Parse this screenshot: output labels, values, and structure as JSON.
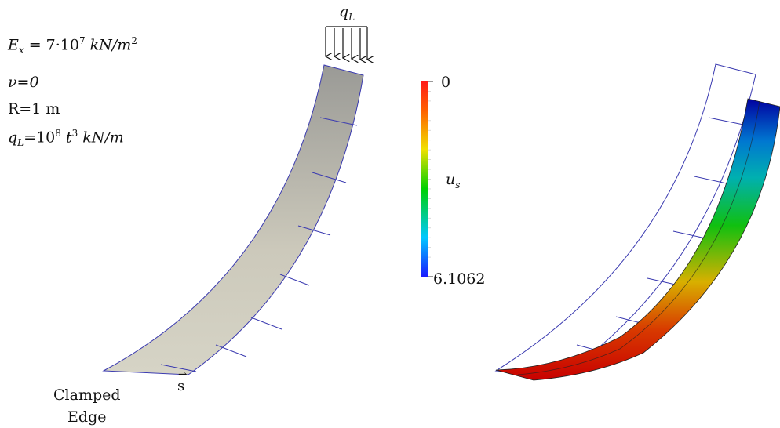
{
  "parameters": {
    "ex_lhs": "E",
    "ex_sub": "x",
    "ex_eq": " = 7·10",
    "ex_exp": "7",
    "ex_unit": " kN/m",
    "ex_unit_exp": "2",
    "nu": "ν=0",
    "radius": "R=1 m",
    "ql_lhs": "q",
    "ql_sub": "L",
    "ql_eq": "=10",
    "ql_exp": "8",
    "ql_t": " t",
    "ql_t_exp": "3",
    "ql_unit": " kN/m"
  },
  "load_label": {
    "main": "q",
    "sub": "L"
  },
  "clamped_label": {
    "line1": "Clamped",
    "line2": "Edge"
  },
  "coord_label": {
    "arrow": "⃗",
    "letter": "s"
  },
  "colorbar": {
    "top_value": "0",
    "bottom_value": "6.1062",
    "variable_main": "u",
    "variable_sub": "s",
    "stops": [
      "#1a1aff",
      "#00c8ff",
      "#00d000",
      "#f0e000",
      "#ff6000",
      "#ff1a1a"
    ]
  },
  "colors": {
    "mesh": "#3a3ab0",
    "undeformed_fill_top": "#9a9a96",
    "undeformed_fill_bottom": "#d6d4c6"
  }
}
